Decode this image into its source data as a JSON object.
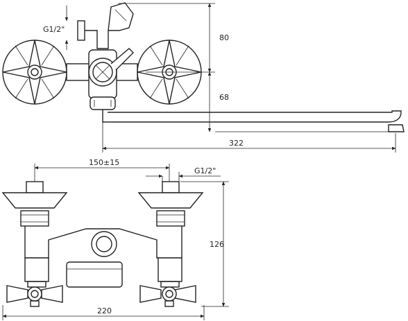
{
  "dimensions": {
    "top_height_upper": "80",
    "top_height_lower": "68",
    "spout_length": "322",
    "thread_top": "G1/2\"",
    "center_distance": "150±15",
    "thread_bottom": "G1/2\"",
    "total_height": "126",
    "total_width": "220"
  }
}
